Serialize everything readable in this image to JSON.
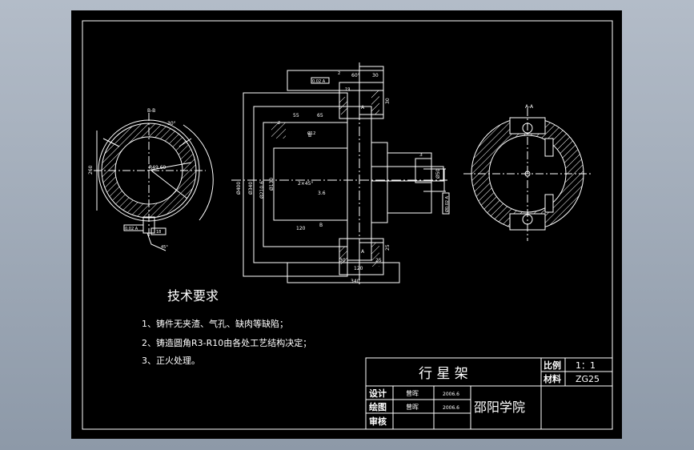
{
  "section_labels": {
    "left_view": "B-B",
    "right_view": "A-A"
  },
  "left_view": {
    "angle_note": "30°",
    "radius": "R49.69",
    "dim_vertical": "260",
    "tol_box": "0.02 A",
    "chamfer": "45°",
    "width_note": "18"
  },
  "front_view": {
    "top_dims": [
      "60°",
      "30",
      "19"
    ],
    "tol_box": "0.02 A",
    "section_marks": [
      "A",
      "A",
      "B",
      "B",
      "2",
      "2"
    ],
    "diameters": [
      "Ø400",
      "Ø340",
      "Ø210.6",
      "Ø130"
    ],
    "dims": [
      "55",
      "65",
      "Ø12",
      "2×45°",
      "3.6",
      "120",
      "30",
      "120",
      "25",
      "340",
      "3",
      "Ø50",
      "30",
      "25"
    ],
    "side_note": "Ø0.02 A"
  },
  "tech_requirements": {
    "title": "技术要求",
    "items": [
      "1、铸件无夹渣、气孔、缺肉等缺陷；",
      "2、铸造圆角R3-R10由各处工艺结构决定；",
      "3、正火处理。"
    ]
  },
  "title_block": {
    "part_name": "行 星 架",
    "scale_label": "比例",
    "scale_value": "1：1",
    "material_label": "材料",
    "material_value": "ZG25",
    "rows": [
      {
        "role": "设计",
        "name": "曾晖",
        "date": "2006.6"
      },
      {
        "role": "绘图",
        "name": "曾晖",
        "date": "2006.6"
      },
      {
        "role": "审核",
        "name": "",
        "date": ""
      }
    ],
    "school": "邵阳学院"
  },
  "colors": {
    "background": "#000000",
    "line": "#ffffff",
    "outer": "#9aa6b4"
  }
}
